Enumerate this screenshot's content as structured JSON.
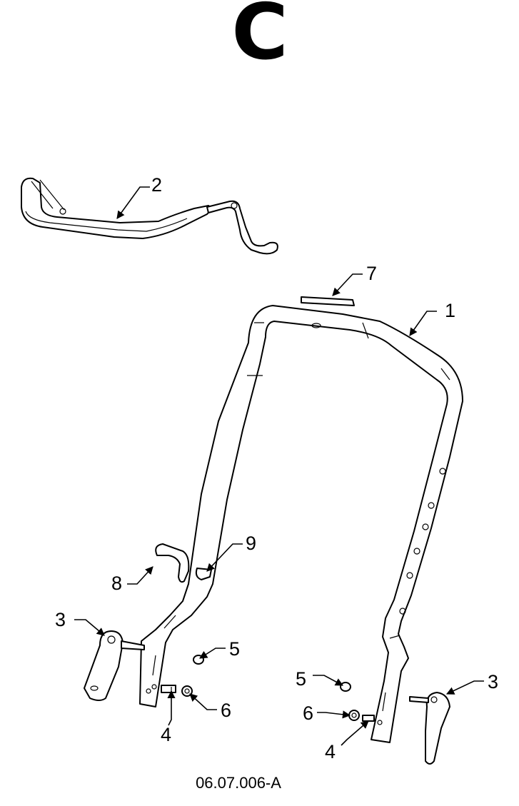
{
  "title_letter": "C",
  "document_number": "06.07.006-A",
  "callouts": {
    "c1": "1",
    "c2": "2",
    "c3_left": "3",
    "c3_right": "3",
    "c4_left": "4",
    "c4_right": "4",
    "c5_left": "5",
    "c5_right": "5",
    "c6_left": "6",
    "c6_right": "6",
    "c7": "7",
    "c8": "8",
    "c9": "9"
  },
  "colors": {
    "line": "#000000",
    "background": "#ffffff"
  }
}
